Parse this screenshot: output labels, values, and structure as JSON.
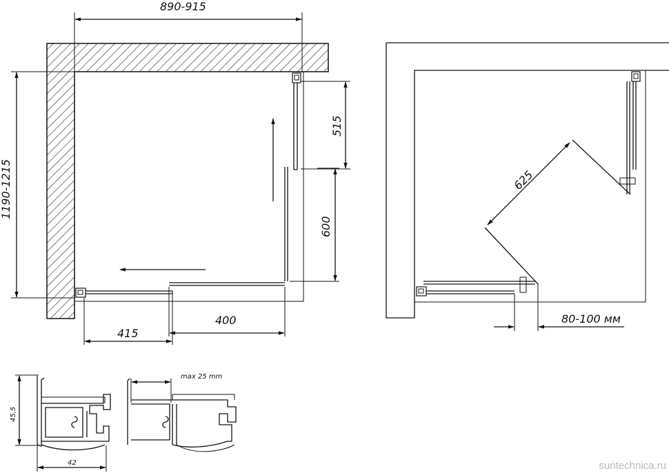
{
  "plan_left": {
    "dim_width": "890-915",
    "dim_depth": "1190-1215",
    "dim_side_upper": "515",
    "dim_side_lower": "600",
    "dim_front_left": "415",
    "dim_front_right": "400"
  },
  "plan_right": {
    "dim_diagonal": "625",
    "dim_gap": "80-100 мм"
  },
  "profiles": {
    "dim_height": "45,5",
    "dim_width": "42",
    "dim_max": "max 25 mm"
  },
  "watermark": "suntechnica.ru"
}
